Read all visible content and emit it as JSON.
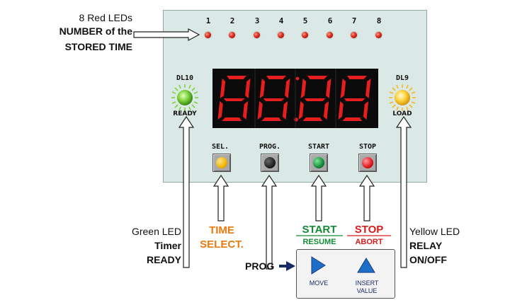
{
  "top_left_label": {
    "line1": "8 Red LEDs",
    "line2": "NUMBER of the",
    "line3": "STORED TIME"
  },
  "red_leds": [
    "1",
    "2",
    "3",
    "4",
    "5",
    "6",
    "7",
    "8"
  ],
  "display": {
    "digits": [
      "8",
      "8",
      "8",
      "8"
    ]
  },
  "green_led": {
    "id": "DL10",
    "caption": "READY",
    "color": "#7ed23c"
  },
  "yellow_led": {
    "id": "DL9",
    "caption": "LOAD",
    "color": "#ffd23a"
  },
  "buttons": [
    {
      "label": "SEL.",
      "color": "#f2b400"
    },
    {
      "label": "PROG.",
      "color": "#222222"
    },
    {
      "label": "START",
      "color": "#138a36"
    },
    {
      "label": "STOP",
      "color": "#e0141c"
    }
  ],
  "bottom_labels": {
    "green_led": {
      "line1": "Green LED",
      "line2": "Timer",
      "line3": "READY"
    },
    "time_select": {
      "line1": "TIME",
      "line2": "SELECT.",
      "color": "#e87a10"
    },
    "start": {
      "main": "START",
      "sub": "RESUME",
      "color": "#138a36"
    },
    "stop": {
      "main": "STOP",
      "sub": "ABORT",
      "color": "#d81c1c"
    },
    "yellow_led": {
      "line1": "Yellow LED",
      "line2": "RELAY",
      "line3": "ON/OFF"
    }
  },
  "prog_box": {
    "label": "PROG",
    "move": "MOVE",
    "insert_line1": "INSERT",
    "insert_line2": "VALUE",
    "icon_color": "#1e6ec8"
  }
}
